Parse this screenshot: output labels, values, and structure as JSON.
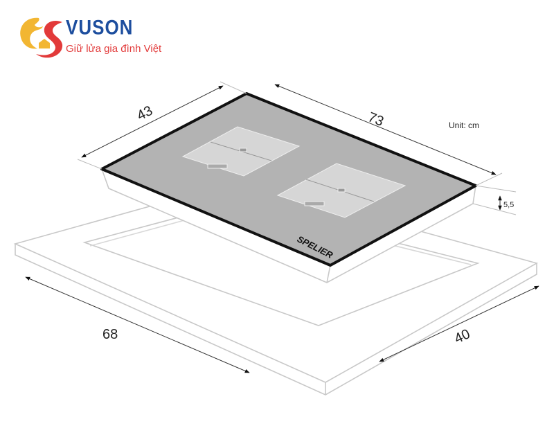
{
  "logo": {
    "brand": "VUSON",
    "tagline": "Giữ lửa gia đình Việt",
    "colors": {
      "blue": "#1d4e9e",
      "red": "#e23a3a",
      "yellow": "#f2b632"
    }
  },
  "diagram": {
    "unit_label": "Unit: cm",
    "product_brand": "SPELIER",
    "dimensions": {
      "depth": "43",
      "width": "73",
      "height": "5,5",
      "cutout_width": "68",
      "cutout_depth": "40"
    }
  }
}
